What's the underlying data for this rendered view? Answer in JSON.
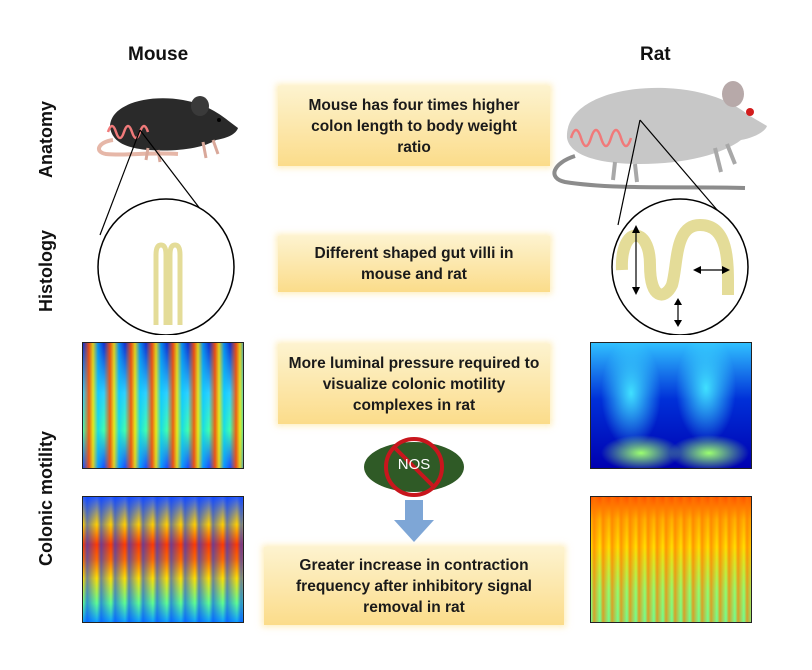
{
  "columns": {
    "left": "Mouse",
    "right": "Rat"
  },
  "rows": {
    "anatomy": "Anatomy",
    "histology": "Histology",
    "colonic_motility": "Colonic motility"
  },
  "findings": {
    "anatomy": "Mouse has four times higher colon length to body weight ratio",
    "histology": "Different shaped gut villi in mouse and rat",
    "motility_pressure": "More luminal pressure required to visualize colonic motility complexes in rat",
    "contraction": "Greater increase in contraction frequency after inhibitory signal removal in rat"
  },
  "inhibitor": {
    "label": "NOS",
    "symbol": "prohibition-sign"
  },
  "colors": {
    "box_top": "#fdf3cf",
    "box_bottom": "#fbdc8a",
    "colon": "#f07a7a",
    "nos_fill": "#2f5a26",
    "prohibit": "#c8161d",
    "arrow": "#7ea6d6",
    "villi": "#e4dc98"
  }
}
